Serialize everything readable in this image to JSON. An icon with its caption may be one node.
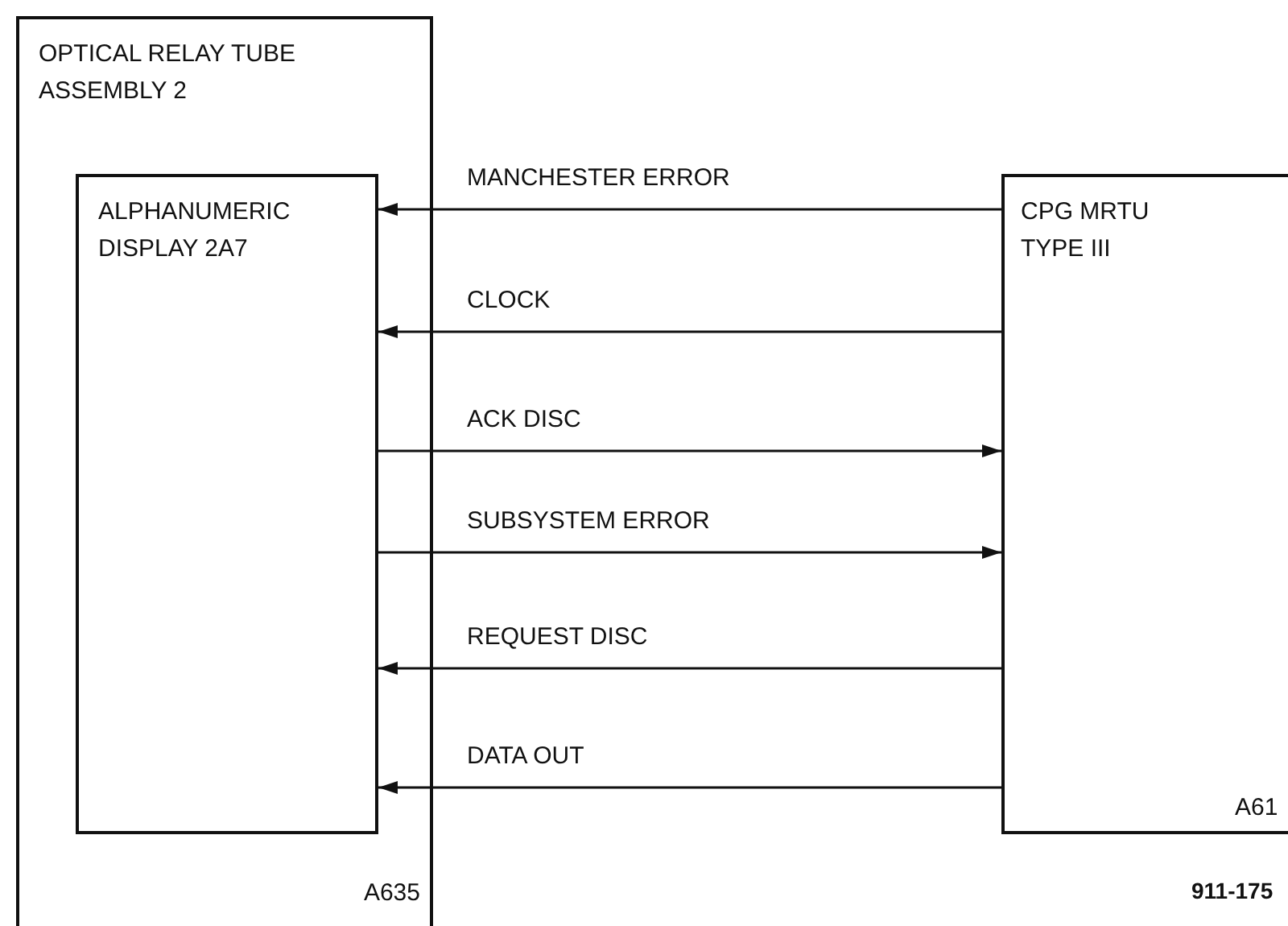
{
  "diagram": {
    "nodes": [
      {
        "text": [
          "OPTICAL RELAY TUBE ASSEMBLY 2",
          "A635"
        ]
      },
      {
        "text": [
          "ALPHANUMERIC DISPLAY 2A7"
        ],
        "in": 0
      },
      {
        "text": [
          "CPG MRTU TYPE III",
          "A61"
        ]
      }
    ],
    "edges": [
      {
        "from": 2,
        "to": 1,
        "arrow": "to",
        "label": "MANCHESTER ERROR"
      },
      {
        "from": 2,
        "to": 1,
        "arrow": "to",
        "label": "CLOCK"
      },
      {
        "from": 1,
        "to": 2,
        "arrow": "to",
        "label": "ACK DISC"
      },
      {
        "from": 1,
        "to": 2,
        "arrow": "to",
        "label": "SUBSYSTEM ERROR"
      },
      {
        "from": 2,
        "to": 1,
        "arrow": "to",
        "label": "REQUEST DISC"
      },
      {
        "from": 2,
        "to": 1,
        "arrow": "to",
        "label": "DATA OUT"
      }
    ],
    "labels": [
      "911-175"
    ]
  }
}
